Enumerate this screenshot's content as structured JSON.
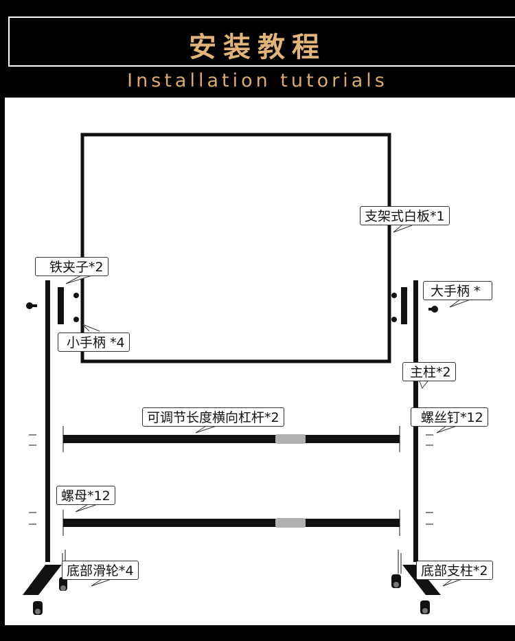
{
  "header": {
    "title_cn": "安装教程",
    "title_en": "Installation tutorials"
  },
  "labels": {
    "whiteboard": "支架式白板*1",
    "iron_clip": "铁夹子*2",
    "small_handle": "小手柄 *4",
    "big_handle": "大手柄 *",
    "main_post": "主柱*2",
    "crossbar": "可调节长度横向杠杆*2",
    "screw": "螺丝钉*12",
    "nut": "螺母*12",
    "caster": "底部滑轮*4",
    "base_post": "底部支柱*2"
  },
  "colors": {
    "accent_gold": "#e0b47a",
    "frame": "#111111",
    "sleeve": "#b0b0b0"
  }
}
